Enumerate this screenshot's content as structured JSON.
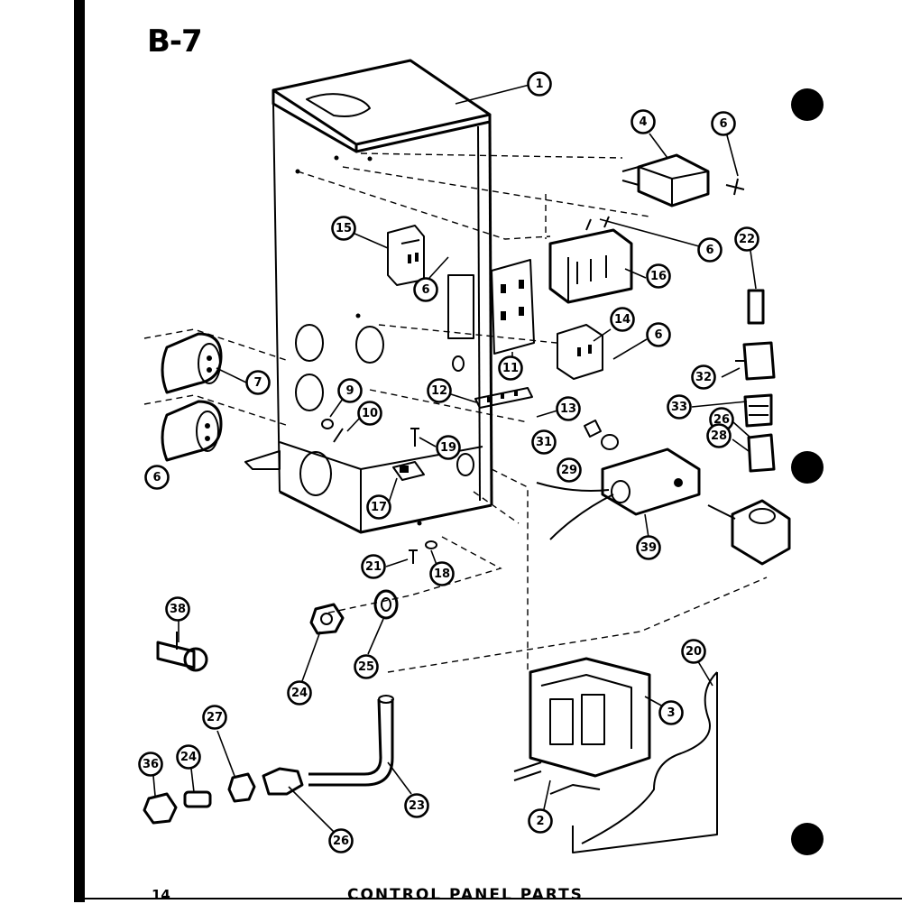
{
  "page": {
    "label": "B-7",
    "number": "14",
    "caption": "CONTROL PANEL PARTS"
  },
  "callouts": [
    "1",
    "4",
    "6",
    "6",
    "15",
    "6",
    "16",
    "22",
    "14",
    "6",
    "32",
    "7",
    "9",
    "10",
    "11",
    "12",
    "13",
    "33",
    "26",
    "28",
    "31",
    "29",
    "6",
    "19",
    "17",
    "39",
    "21",
    "18",
    "38",
    "24",
    "25",
    "20",
    "3",
    "27",
    "24",
    "36",
    "26",
    "23",
    "2"
  ],
  "colors": {
    "ink": "#000000",
    "paper": "#ffffff"
  }
}
